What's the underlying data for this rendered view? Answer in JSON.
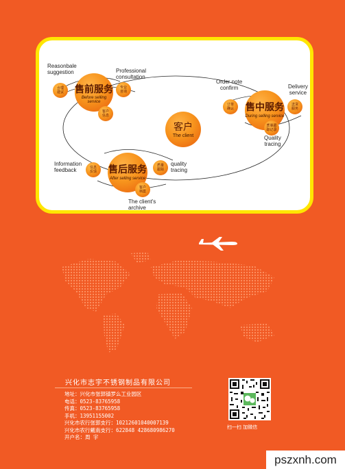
{
  "diagram": {
    "center": {
      "cn": "客户",
      "en": "The client"
    },
    "before": {
      "cn": "售前服务",
      "en": "Before selling service",
      "subs": [
        [
          "合理",
          "建议"
        ],
        [
          "专业",
          "咨询"
        ],
        [
          "客户",
          "信息"
        ]
      ]
    },
    "during": {
      "cn": "售中服务",
      "en": "During selling service",
      "subs": [
        [
          "订单",
          "确认"
        ],
        [
          "送货",
          "服务"
        ],
        [
          "质量跟",
          "踪记录"
        ]
      ]
    },
    "after": {
      "cn": "售后服务",
      "en": "After selling service",
      "subs": [
        [
          "信息",
          "反馈"
        ],
        [
          "质量",
          "跟踪"
        ],
        [
          "客户",
          "档案"
        ]
      ]
    },
    "labels": {
      "reasonable": [
        "Reasonbale",
        "suggestion"
      ],
      "professional": [
        "Professional",
        "consultation"
      ],
      "order": [
        "Order note",
        "confirm"
      ],
      "delivery": [
        "Delivery",
        "service"
      ],
      "quality_right": [
        "Quality",
        "tracing"
      ],
      "information": [
        "Information",
        "feedback"
      ],
      "quality_left": [
        "quality",
        "tracing"
      ],
      "archive": [
        "The client's",
        "archive"
      ]
    }
  },
  "company": {
    "name": "兴化市志宇不锈钢制品有限公司",
    "lines": [
      "地址：兴化市张郭镇罗么工业园区",
      "电话：0523-83765958",
      "传真：0523-83765958",
      "手机：13951155002",
      "兴化市农行张郭支行：10212601040007139",
      "兴化市农行戴南支行：622848 428680986270",
      "开户名：周    宇"
    ]
  },
  "qr_caption": "扫一扫 加微信",
  "watermark": "pszxnh.com"
}
